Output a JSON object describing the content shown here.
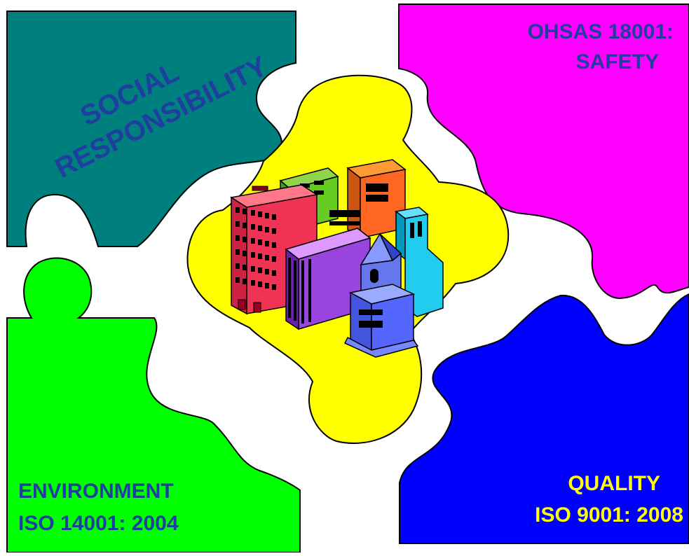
{
  "pieces": {
    "social": {
      "line1": "SOCIAL",
      "line2": "RESPONSIBILITY",
      "fill": "#007F7F",
      "text_color": "#1F3F9F"
    },
    "safety": {
      "line1": "OHSAS 18001:",
      "line2": "SAFETY",
      "fill": "#FF00FF",
      "text_color": "#1F3F9F"
    },
    "environment": {
      "line1": "ENVIRONMENT",
      "line2": "ISO 14001: 2004",
      "fill": "#00FF00",
      "text_color": "#1F3F9F"
    },
    "quality": {
      "line1": "QUALITY",
      "line2": "ISO 9001: 2008",
      "fill": "#0000FF",
      "text_color": "#FFFF00"
    }
  },
  "center": {
    "fill": "#FFFF00",
    "icon": "city-buildings-icon"
  },
  "outline_color": "#000000"
}
